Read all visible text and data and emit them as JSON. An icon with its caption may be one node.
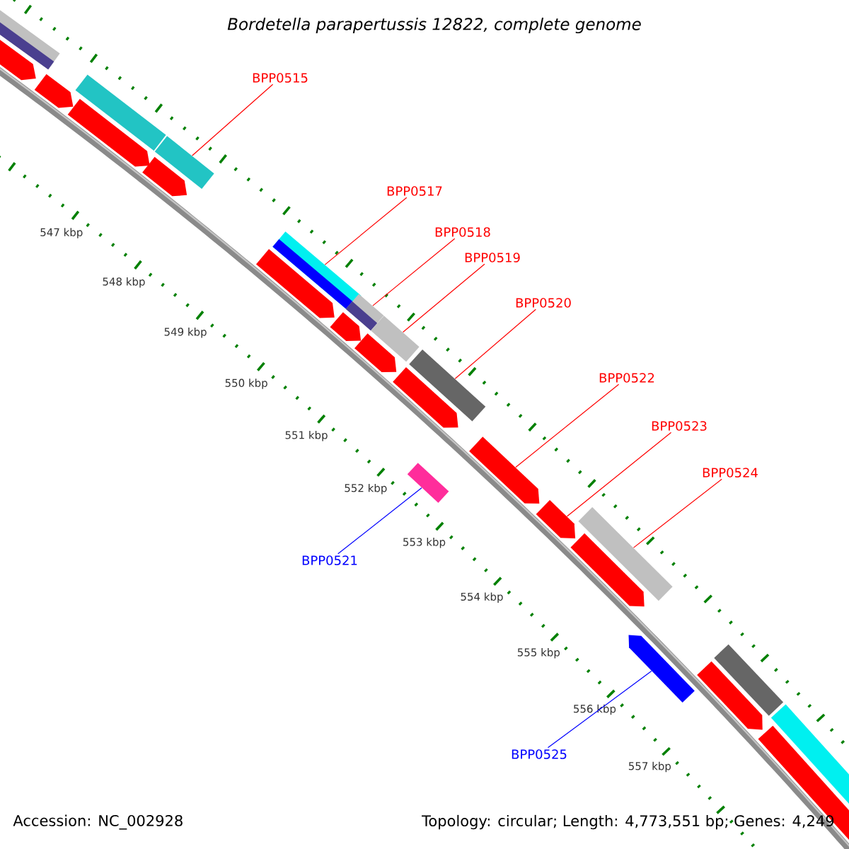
{
  "diagram": {
    "title": "Bordetella parapertussis 12822, complete genome",
    "nodes": [
      {
        "text": [
          "BPP0515"
        ]
      },
      {
        "text": [
          "BPP0517"
        ]
      },
      {
        "text": [
          "BPP0518"
        ]
      },
      {
        "text": [
          "BPP0519"
        ]
      },
      {
        "text": [
          "BPP0520"
        ]
      },
      {
        "text": [
          "BPP0522"
        ]
      },
      {
        "text": [
          "BPP0523"
        ]
      },
      {
        "text": [
          "BPP0524"
        ]
      },
      {
        "text": [
          "BPP0521"
        ]
      },
      {
        "text": [
          "BPP0525"
        ]
      },
      {
        "text": [],
        "shape": "box"
      },
      {
        "text": [],
        "shape": "box"
      },
      {
        "text": [],
        "shape": "box"
      },
      {
        "text": [],
        "shape": "box"
      },
      {
        "text": [],
        "shape": "box"
      },
      {
        "text": [],
        "shape": "arrow"
      },
      {
        "text": [],
        "shape": "arrow"
      },
      {
        "text": [],
        "shape": "box"
      },
      {
        "text": [],
        "shape": "box"
      },
      {
        "text": [],
        "shape": "arrow"
      },
      {
        "text": [],
        "shape": "arrow"
      },
      {
        "text": [],
        "shape": "arrow"
      },
      {
        "text": [],
        "shape": "arrow"
      },
      {
        "text": [],
        "shape": "arrow"
      },
      {
        "text": [],
        "shape": "arrow"
      },
      {
        "text": [],
        "shape": "arrow"
      },
      {
        "text": [],
        "shape": "arrow"
      },
      {
        "text": [],
        "shape": "arrow"
      },
      {
        "text": [],
        "shape": "arrow"
      },
      {
        "text": [],
        "shape": "arrow"
      },
      {
        "text": [],
        "shape": "arrow"
      },
      {
        "text": [],
        "shape": "box"
      },
      {
        "text": [],
        "shape": "box"
      },
      {
        "text": [],
        "shape": "box"
      },
      {
        "text": [],
        "shape": "box"
      }
    ],
    "edges": [
      {
        "from": 0,
        "to": 10,
        "arrow": "none"
      },
      {
        "from": 1,
        "to": 11,
        "arrow": "none"
      },
      {
        "from": 2,
        "to": 12,
        "arrow": "none"
      },
      {
        "from": 3,
        "to": 13,
        "arrow": "none"
      },
      {
        "from": 4,
        "to": 14,
        "arrow": "none"
      },
      {
        "from": 5,
        "to": 15,
        "arrow": "none"
      },
      {
        "from": 6,
        "to": 16,
        "arrow": "none"
      },
      {
        "from": 7,
        "to": 17,
        "arrow": "none"
      },
      {
        "from": 8,
        "to": 18,
        "arrow": "none",
        "color": "#0000ff"
      },
      {
        "from": 9,
        "to": 19,
        "arrow": "none",
        "color": "#0000ff"
      }
    ],
    "labels": [
      "547 kbp",
      "548 kbp",
      "549 kbp",
      "550 kbp",
      "551 kbp",
      "552 kbp",
      "553 kbp",
      "554 kbp",
      "555 kbp",
      "556 kbp",
      "557 kbp",
      "Accession: NC_002928",
      "Topology: circular; Length: 4,773,551 bp; Genes: 4,249"
    ]
  }
}
